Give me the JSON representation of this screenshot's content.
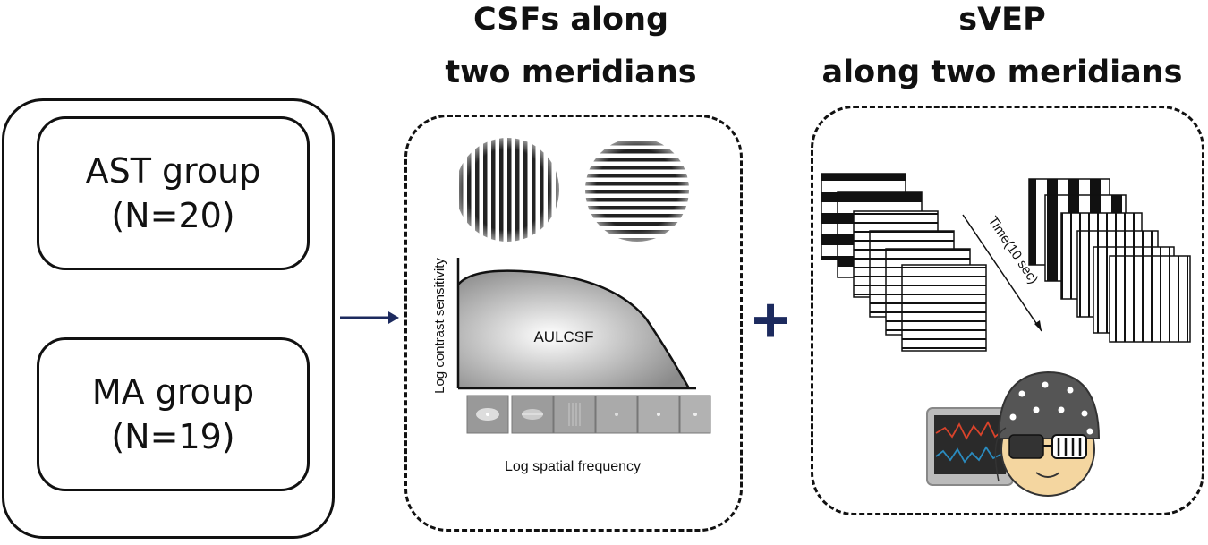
{
  "groups": {
    "ast": {
      "name": "AST group",
      "count": "(N=20)"
    },
    "ma": {
      "name": "MA group",
      "count": "(N=19)"
    }
  },
  "csf_panel": {
    "title_line1": "CSFs along",
    "title_line2": "two meridians",
    "curve_label": "AULCSF",
    "y_axis_label": "Log contrast sensitivity",
    "x_axis_label": "Log spatial frequency"
  },
  "svep_panel": {
    "title_line1": "sVEP",
    "title_line2": "along two meridians",
    "time_label": "Time(10 sec)"
  },
  "plus_symbol": "+",
  "colors": {
    "arrow": "#1c2a5e",
    "plus": "#1c2a5e",
    "face": "#f4d6a0",
    "cap": "#555555",
    "trace_red": "#d9432b",
    "trace_blue": "#2a8bbf"
  }
}
